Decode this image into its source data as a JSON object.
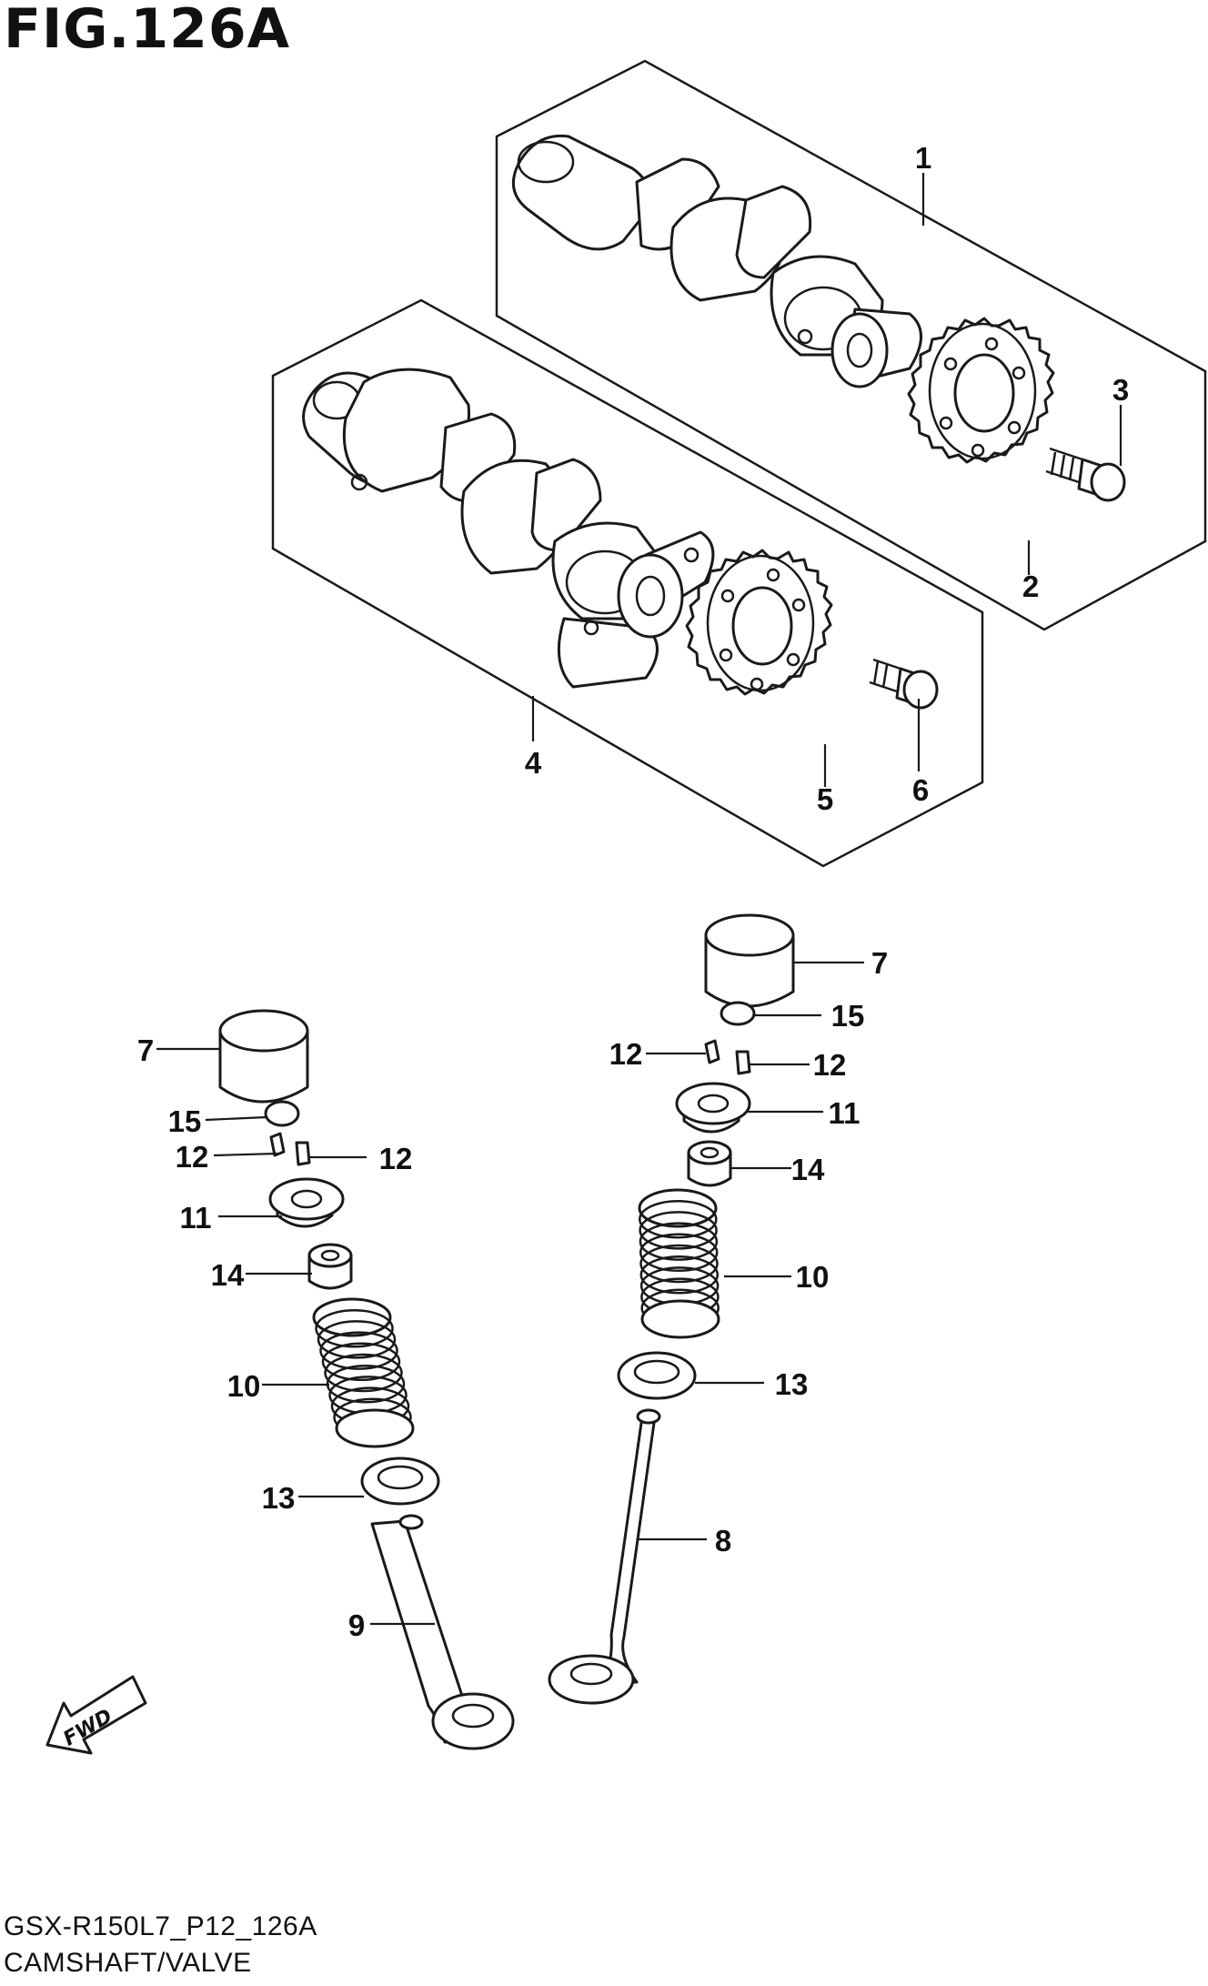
{
  "figure_title": "FIG.126A",
  "footer": {
    "code": "GSX-R150L7_P12_126A",
    "name": "CAMSHAFT/VALVE"
  },
  "fwd_label": "FWD",
  "callouts": [
    "1",
    "2",
    "3",
    "4",
    "5",
    "6",
    "7",
    "15",
    "12",
    "12",
    "11",
    "14",
    "10",
    "13",
    "9",
    "7",
    "15",
    "12",
    "12",
    "11",
    "14",
    "10",
    "13",
    "8"
  ]
}
